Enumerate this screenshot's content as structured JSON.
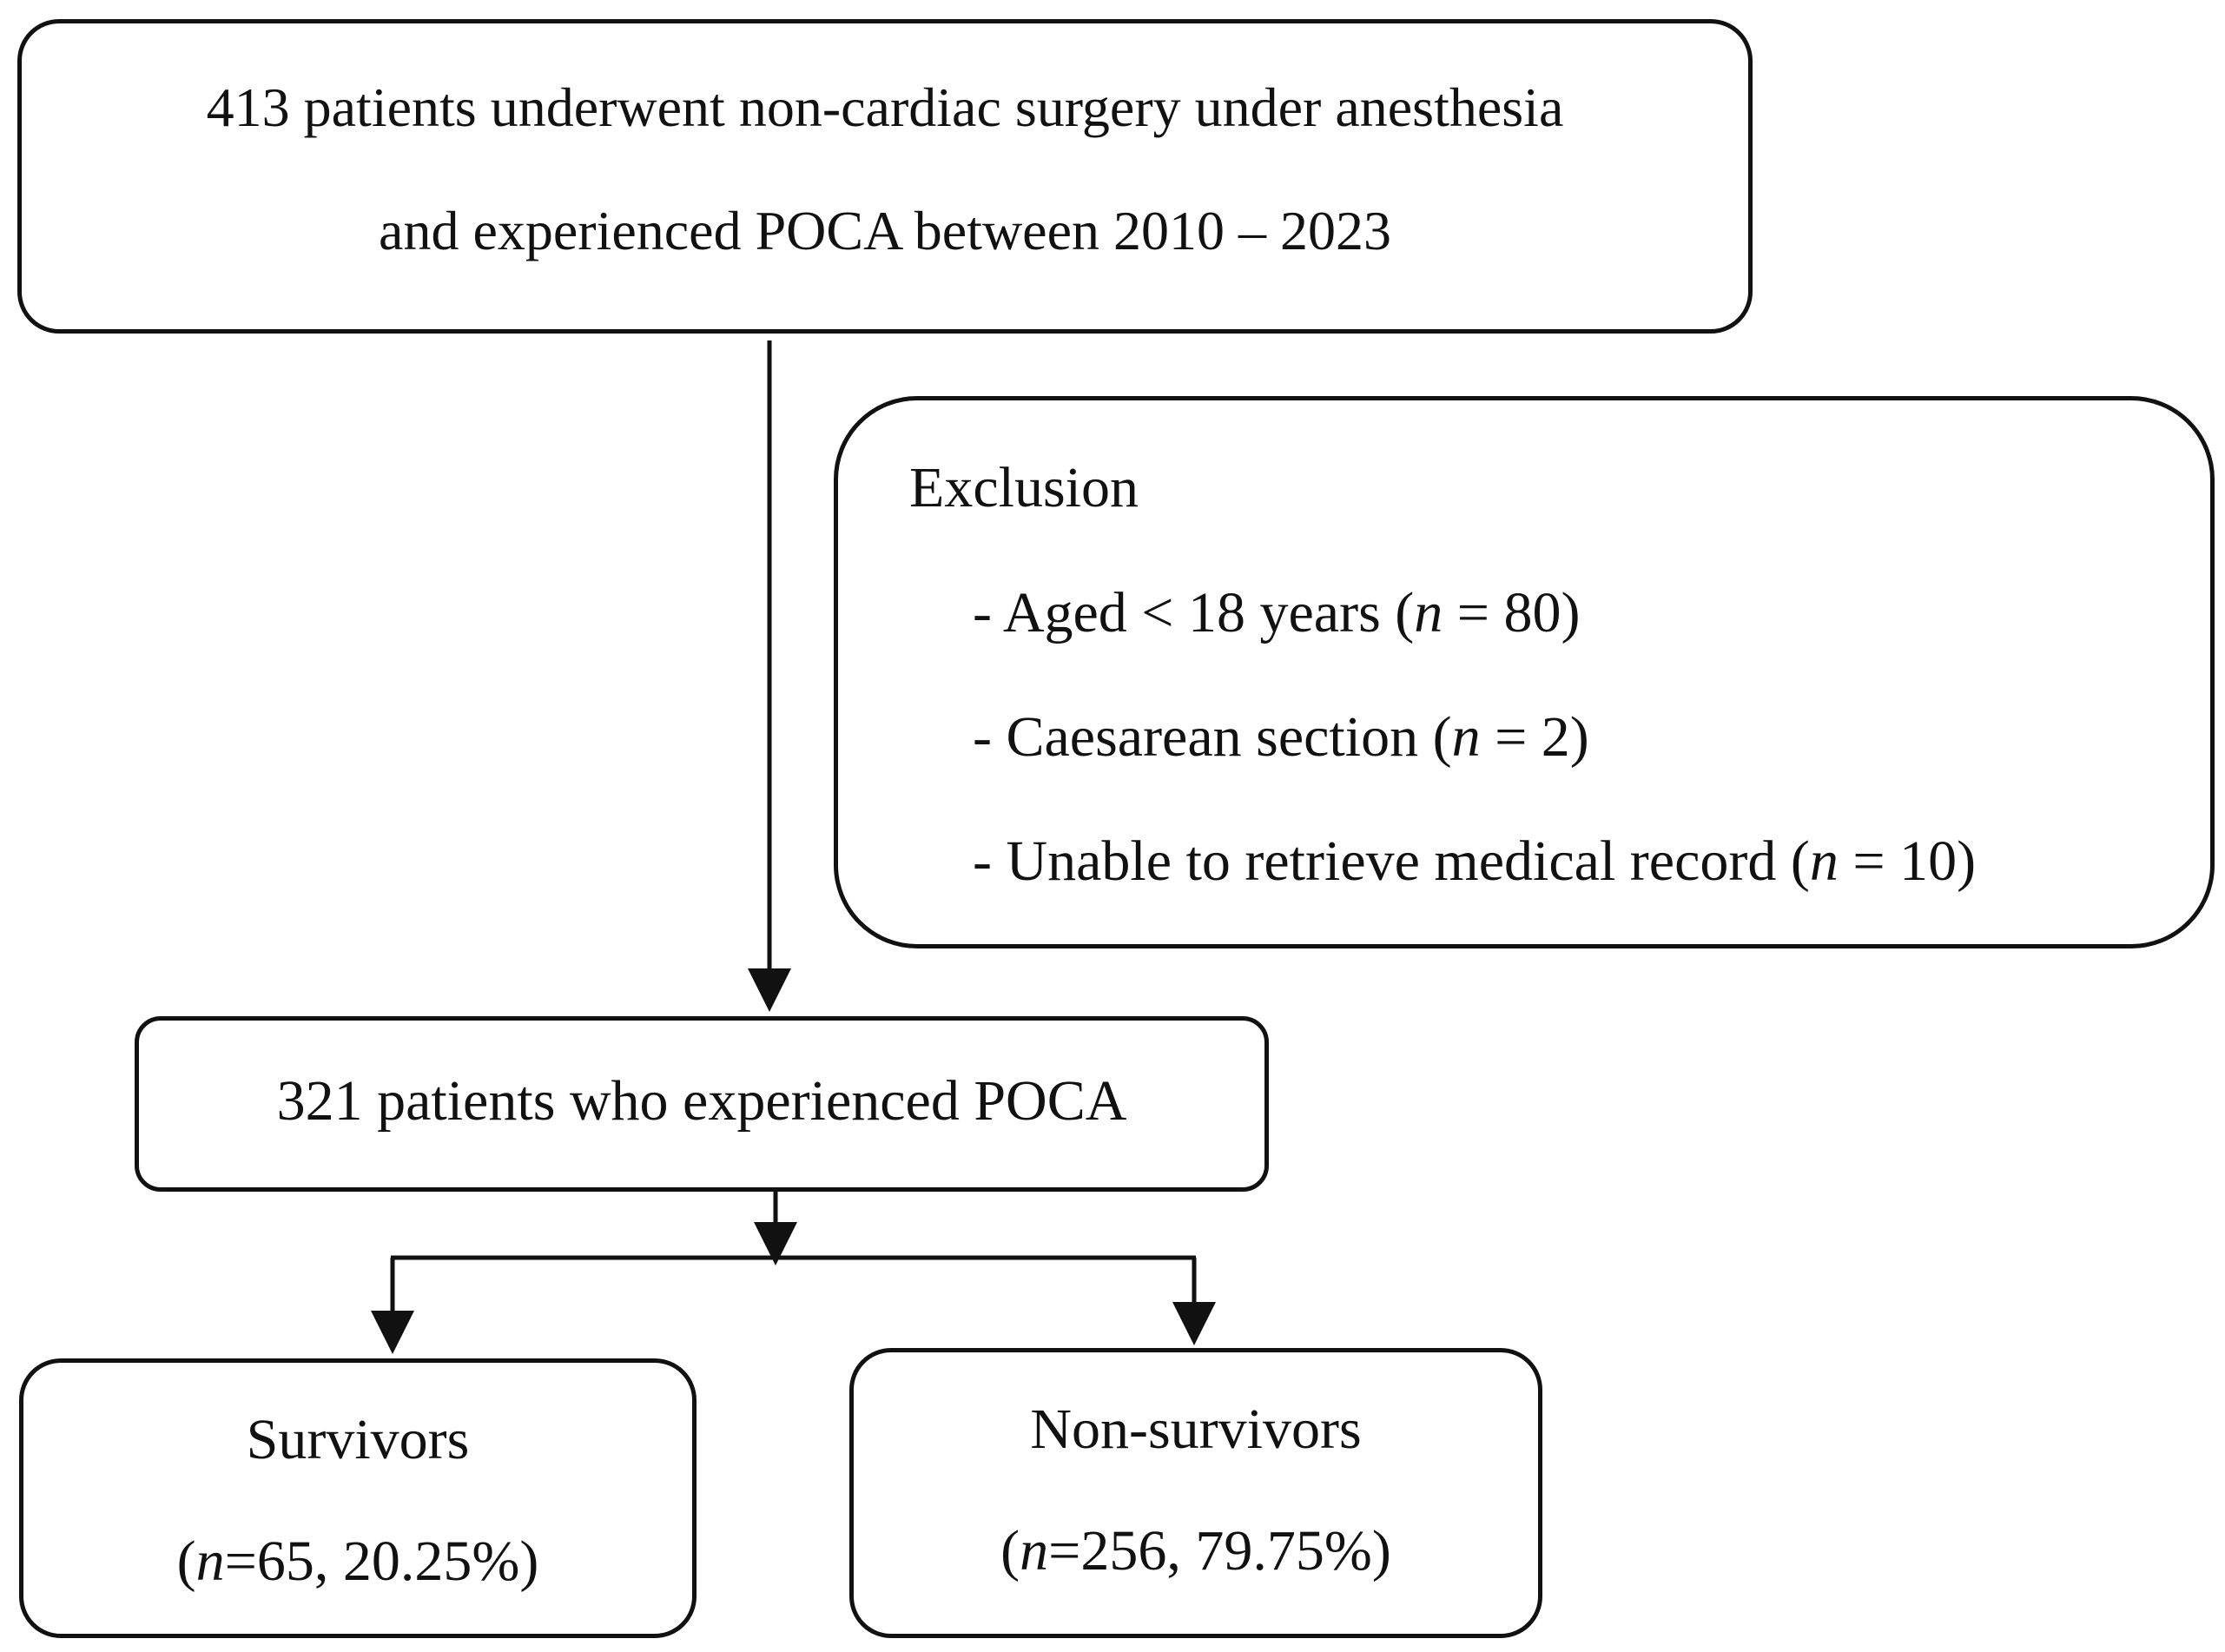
{
  "flow": {
    "initial": {
      "line1": "413 patients underwent non-cardiac surgery under anesthesia",
      "line2": "and experienced POCA between 2010 – 2023"
    },
    "exclusion": {
      "title": "Exclusion",
      "items": [
        {
          "text": "- Aged < 18 years (",
          "n_label": "n",
          "suffix": " = 80)"
        },
        {
          "text": "- Caesarean section (",
          "n_label": "n",
          "suffix": " = 2)"
        },
        {
          "text": "- Unable to retrieve medical record (",
          "n_label": "n",
          "suffix": " = 10)"
        }
      ]
    },
    "cohort": {
      "label": "321 patients who experienced POCA"
    },
    "survivors": {
      "title": "Survivors",
      "open": "(",
      "n_label": "n",
      "stats": "=65, 20.25%)"
    },
    "non_survivors": {
      "title": "Non-survivors",
      "open": "(",
      "n_label": "n",
      "stats": "=256, 79.75%)"
    }
  }
}
